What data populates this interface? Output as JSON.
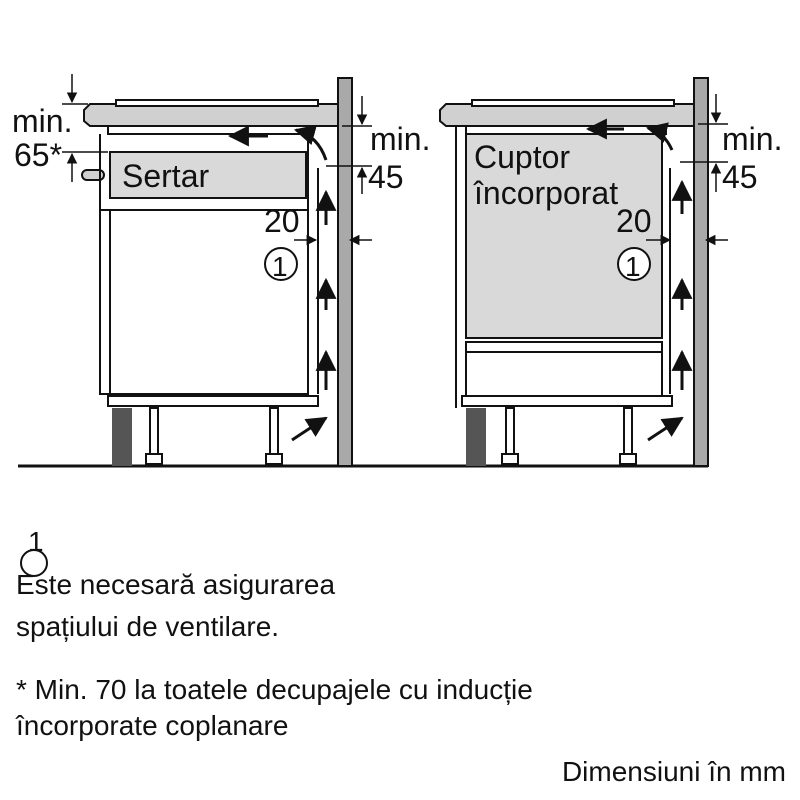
{
  "diagram": {
    "left": {
      "drawer_label": "Sertar",
      "top_dim_label": "min.",
      "top_dim_value": "65*",
      "right_dim_label": "min.",
      "right_dim_value": "45",
      "gap_value": "20",
      "callout": "1"
    },
    "right": {
      "oven_label_line1": "Cuptor",
      "oven_label_line2": "încorporat",
      "right_dim_label": "min.",
      "right_dim_value": "45",
      "gap_value": "20",
      "callout": "1"
    }
  },
  "notes": {
    "callout_number": "1",
    "callout_line1": "Este necesară asigurarea",
    "callout_line2": "spațiului de ventilare.",
    "asterisk_line1": "* Min. 70 la toatele decupajele cu inducție",
    "asterisk_line2": "încorporate coplanare",
    "units": "Dimensiuni în mm"
  },
  "colors": {
    "line": "#111111",
    "wall_fill": "#a9a9a9",
    "panel_fill": "#d9d9d9",
    "plinth_fill": "#555555"
  }
}
